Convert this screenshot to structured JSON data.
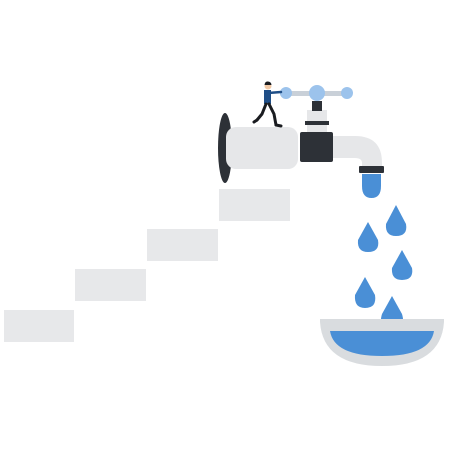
{
  "colors": {
    "background": "#ffffff",
    "step": "#e7e8ea",
    "faucet_body": "#e6e7e9",
    "faucet_dark": "#2d3137",
    "water": "#4a8fd6",
    "water_light": "#9cc3ec",
    "bowl_rim": "#d9dcdf",
    "figure_suit": "#1f4e87",
    "figure_dark": "#1a1c20",
    "figure_skin": "#f2c9a6",
    "valve_rod": "#c9d0d8"
  },
  "icons": {
    "steps": "staircase",
    "faucet": "water-tap",
    "figure": "businessman-running",
    "drops": "water-drop",
    "bowl": "water-bowl"
  }
}
